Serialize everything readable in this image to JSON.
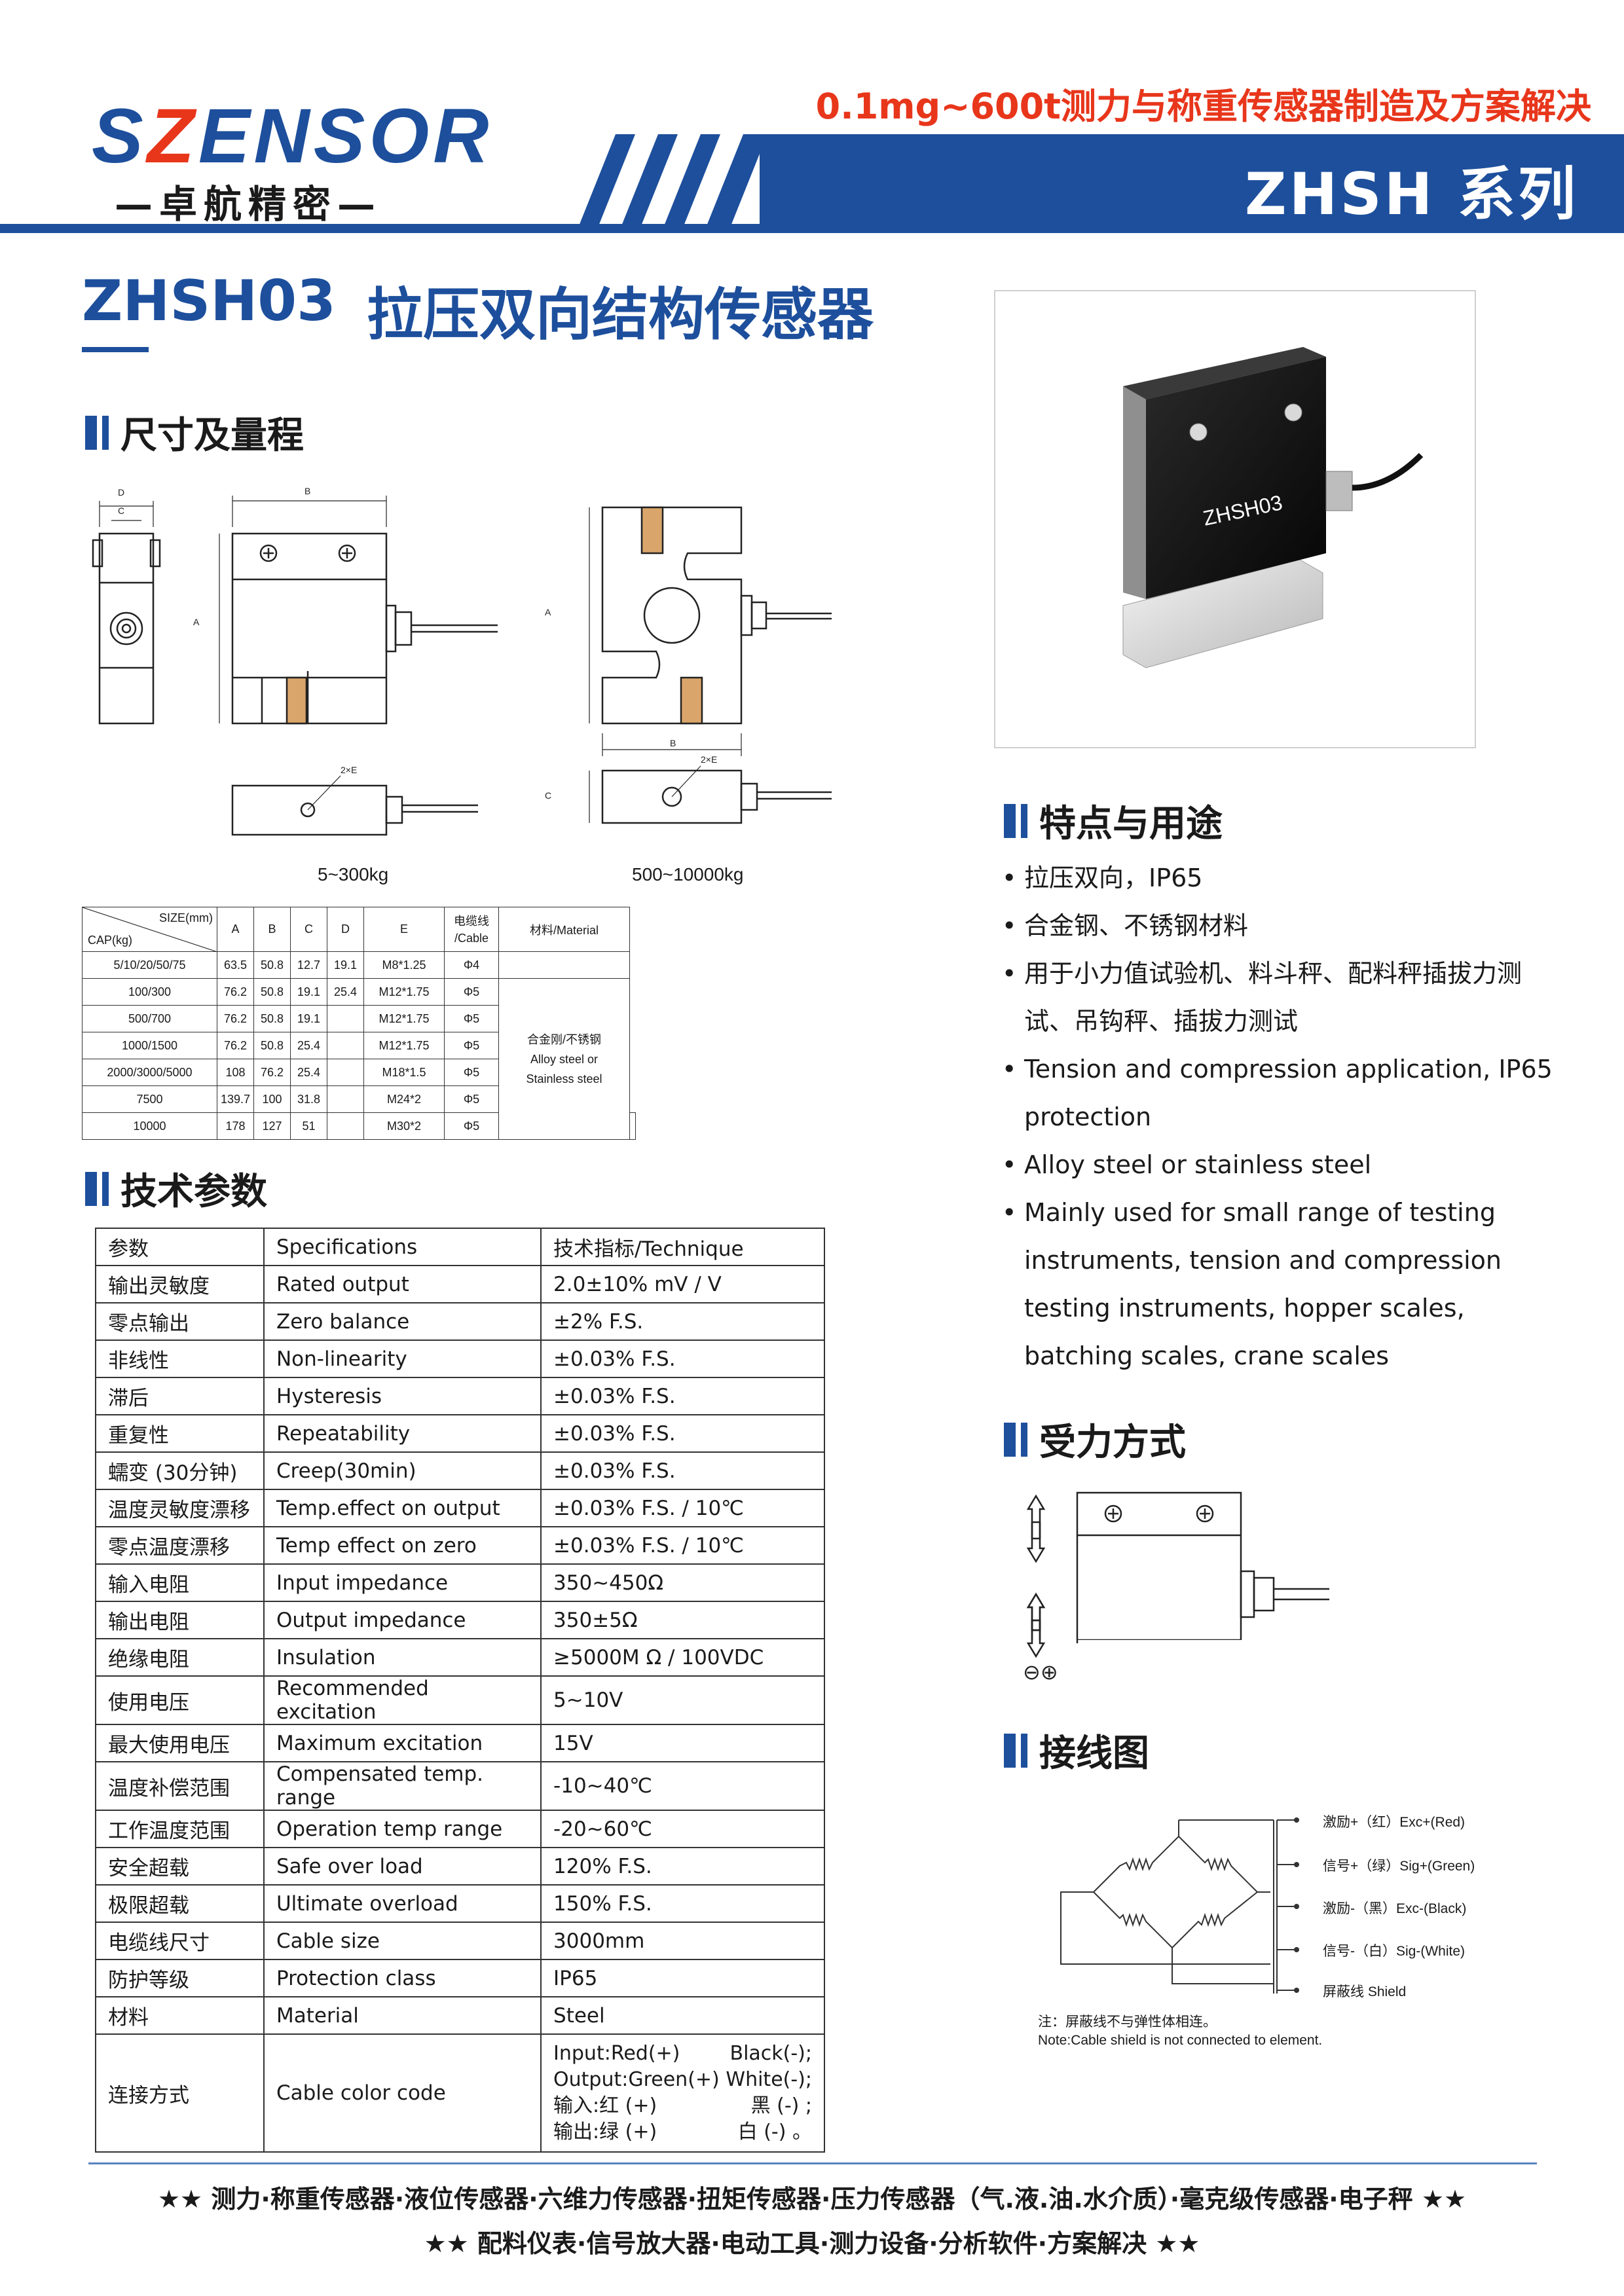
{
  "header": {
    "logo_prefix": "S",
    "logo_z": "Z",
    "logo_suffix": "ENSOR",
    "logo_sub": "—卓航精密—",
    "slogan": "0.1mg~600t测力与称重传感器制造及方案解决",
    "series": "ZHSH 系列",
    "accent_color": "#1d4f9c",
    "highlight_color": "#e8361b"
  },
  "product": {
    "model": "ZHSH03",
    "title": "拉压双向结构传感器",
    "photo_label": "ZHSH03"
  },
  "sections": {
    "dimensions": "尺寸及量程",
    "specs": "技术参数",
    "features": "特点与用途",
    "loading": "受力方式",
    "wiring": "接线图"
  },
  "drawings": {
    "caption_small": "5~300kg",
    "caption_large": "500~10000kg",
    "dim_a": "A",
    "dim_b": "B",
    "dim_c": "C",
    "dim_d": "D",
    "dim_e": "2×E"
  },
  "dim_table": {
    "size_label": "SIZE(mm)",
    "cap_label": "CAP(kg)",
    "cols": [
      "A",
      "B",
      "C",
      "D",
      "E"
    ],
    "cable_label_1": "电缆线",
    "cable_label_2": "/Cable",
    "material_label": "材料/Material",
    "material_value_1": "合金刚/不锈钢",
    "material_value_2": "Alloy steel or",
    "material_value_3": "Stainless steel",
    "rows": [
      {
        "cap": "5/10/20/50/75",
        "a": "63.5",
        "b": "50.8",
        "c": "12.7",
        "d": "19.1",
        "e": "M8*1.25",
        "cable": "Φ4"
      },
      {
        "cap": "100/300",
        "a": "76.2",
        "b": "50.8",
        "c": "19.1",
        "d": "25.4",
        "e": "M12*1.75",
        "cable": "Φ5"
      },
      {
        "cap": "500/700",
        "a": "76.2",
        "b": "50.8",
        "c": "19.1",
        "d": "",
        "e": "M12*1.75",
        "cable": "Φ5"
      },
      {
        "cap": "1000/1500",
        "a": "76.2",
        "b": "50.8",
        "c": "25.4",
        "d": "",
        "e": "M12*1.75",
        "cable": "Φ5"
      },
      {
        "cap": "2000/3000/5000",
        "a": "108",
        "b": "76.2",
        "c": "25.4",
        "d": "",
        "e": "M18*1.5",
        "cable": "Φ5"
      },
      {
        "cap": "7500",
        "a": "139.7",
        "b": "100",
        "c": "31.8",
        "d": "",
        "e": "M24*2",
        "cable": "Φ5"
      },
      {
        "cap": "10000",
        "a": "178",
        "b": "127",
        "c": "51",
        "d": "",
        "e": "M30*2",
        "cable": "Φ5"
      }
    ]
  },
  "spec_table": {
    "rows": [
      {
        "cn": "参数",
        "en": "Specifications",
        "val": "技术指标/Technique"
      },
      {
        "cn": "输出灵敏度",
        "en": "Rated output",
        "val": "2.0±10%  mV / V"
      },
      {
        "cn": "零点输出",
        "en": "Zero balance",
        "val": "±2% F.S."
      },
      {
        "cn": "非线性",
        "en": "Non-linearity",
        "val": "±0.03% F.S."
      },
      {
        "cn": "滞后",
        "en": "Hysteresis",
        "val": "±0.03% F.S."
      },
      {
        "cn": "重复性",
        "en": "Repeatability",
        "val": "±0.03% F.S."
      },
      {
        "cn": "蠕变 (30分钟)",
        "en": "Creep(30min)",
        "val": "±0.03% F.S."
      },
      {
        "cn": "温度灵敏度漂移",
        "en": "Temp.effect on output",
        "val": "±0.03% F.S. / 10℃"
      },
      {
        "cn": "零点温度漂移",
        "en": "Temp effect on zero",
        "val": "±0.03% F.S. / 10℃"
      },
      {
        "cn": "输入电阻",
        "en": "Input impedance",
        "val": "350~450Ω"
      },
      {
        "cn": "输出电阻",
        "en": "Output impedance",
        "val": "350±5Ω"
      },
      {
        "cn": "绝缘电阻",
        "en": "Insulation",
        "val": "≥5000M Ω / 100VDC"
      },
      {
        "cn": "使用电压",
        "en": "Recommended excitation",
        "val": "5~10V"
      },
      {
        "cn": "最大使用电压",
        "en": "Maximum excitation",
        "val": "15V"
      },
      {
        "cn": "温度补偿范围",
        "en": "Compensated temp. range",
        "val": "-10~40℃"
      },
      {
        "cn": "工作温度范围",
        "en": "Operation temp range",
        "val": "-20~60℃"
      },
      {
        "cn": "安全超载",
        "en": "Safe over load",
        "val": "120% F.S."
      },
      {
        "cn": "极限超载",
        "en": "Ultimate overload",
        "val": "150% F.S."
      },
      {
        "cn": "电缆线尺寸",
        "en": "Cable size",
        "val": "3000mm"
      },
      {
        "cn": "防护等级",
        "en": "Protection class",
        "val": "IP65"
      },
      {
        "cn": "材料",
        "en": "Material",
        "val": "Steel"
      }
    ],
    "code_row": {
      "cn": "连接方式",
      "en": "Cable color code",
      "lines": [
        {
          "left": "Input:Red(+)",
          "right": "Black(-);"
        },
        {
          "left": "Output:Green(+)",
          "right": "White(-);"
        },
        {
          "left": "输入:红 (+)",
          "right": "黑 (-) ;"
        },
        {
          "left": "输出:绿 (+)",
          "right": "白 (-) 。"
        }
      ]
    }
  },
  "features": [
    "拉压双向，IP65",
    "合金钢、不锈钢材料",
    "用于小力值试验机、料斗秤、配料秤插拔力测试、吊钩秤、插拔力测试",
    "Tension and compression application, IP65 protection",
    "Alloy steel or stainless steel",
    "Mainly used for small range of testing instruments, tension and compression testing instruments, hopper scales, batching scales, crane scales"
  ],
  "loading_symbol": "⊖⊕",
  "wiring": {
    "labels": [
      "激励+（红）Exc+(Red)",
      "信号+（绿）Sig+(Green)",
      "激励-（黑）Exc-(Black)",
      "信号-（白）Sig-(White)",
      "屏蔽线  Shield"
    ],
    "note_cn": "注：屏蔽线不与弹性体相连。",
    "note_en": "Note:Cable shield is not connected to element."
  },
  "footer": {
    "line1": "★★  测力·称重传感器·液位传感器·六维力传感器·扭矩传感器·压力传感器（气.液.油.水介质）·毫克级传感器·电子秤  ★★",
    "line2": "★★  配料仪表·信号放大器·电动工具·测力设备·分析软件·方案解决  ★★"
  }
}
